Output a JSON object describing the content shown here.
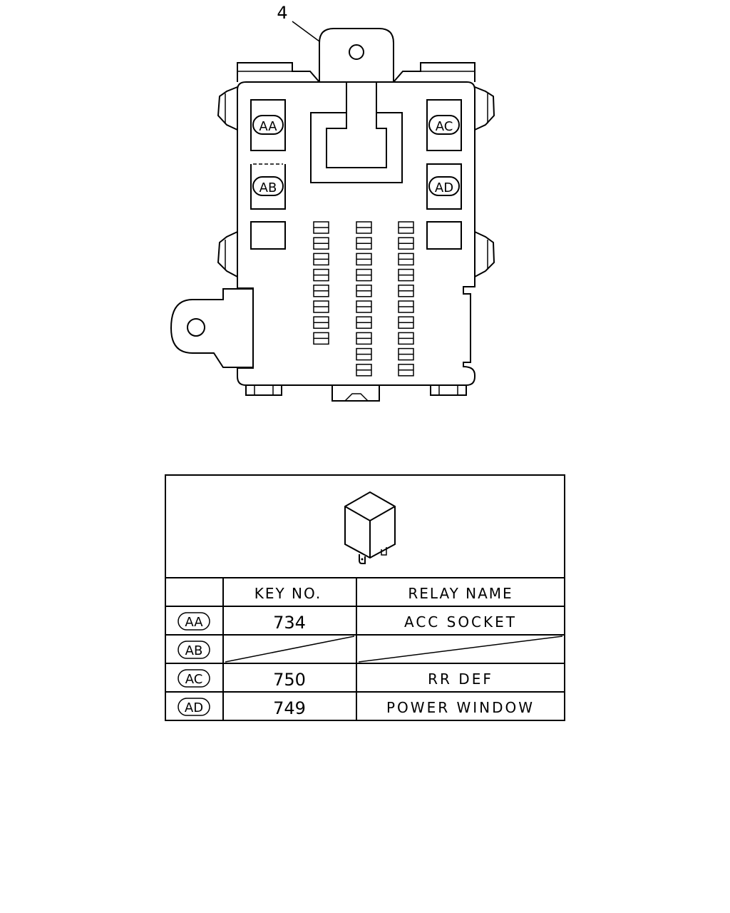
{
  "callout": {
    "number": "4"
  },
  "slots": [
    {
      "code": "AA"
    },
    {
      "code": "AB"
    },
    {
      "code": "AC"
    },
    {
      "code": "AD"
    }
  ],
  "table": {
    "headers": {
      "key_no": "KEY NO.",
      "relay_name": "RELAY NAME"
    },
    "rows": [
      {
        "code": "AA",
        "key_no": "734",
        "relay_name": "ACC SOCKET"
      },
      {
        "code": "AB",
        "key_no": "",
        "relay_name": ""
      },
      {
        "code": "AC",
        "key_no": "750",
        "relay_name": "RR DEF"
      },
      {
        "code": "AD",
        "key_no": "749",
        "relay_name": "POWER WINDOW"
      }
    ]
  }
}
